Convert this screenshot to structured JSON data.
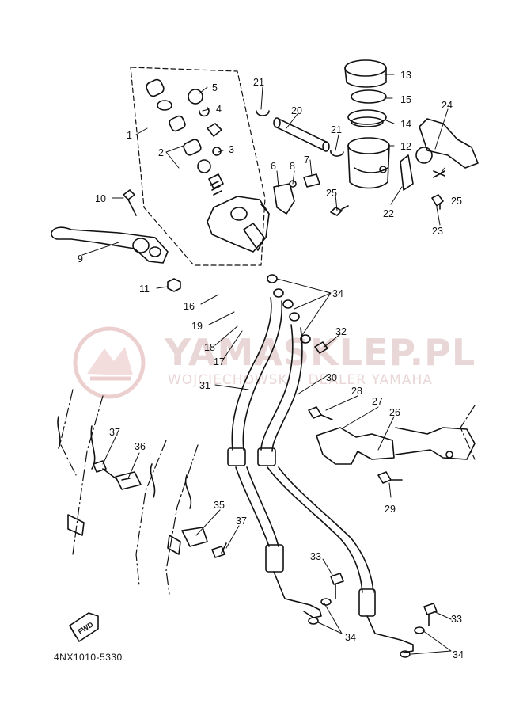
{
  "watermark": {
    "title": "YAMASKLEP.PL",
    "subtitle": "WOJCIECHOWSKI - DEALER YAMAHA"
  },
  "diagram_code": "4NX1010-5330",
  "fwd_label": "FWD",
  "callouts": [
    "1",
    "2",
    "3",
    "4",
    "5",
    "6",
    "7",
    "8",
    "9",
    "10",
    "11",
    "12",
    "13",
    "14",
    "15",
    "16",
    "17",
    "18",
    "19",
    "20",
    "21",
    "21",
    "22",
    "23",
    "24",
    "25",
    "25",
    "26",
    "27",
    "28",
    "29",
    "30",
    "31",
    "32",
    "33",
    "33",
    "34",
    "34",
    "34",
    "35",
    "36",
    "37",
    "37"
  ]
}
